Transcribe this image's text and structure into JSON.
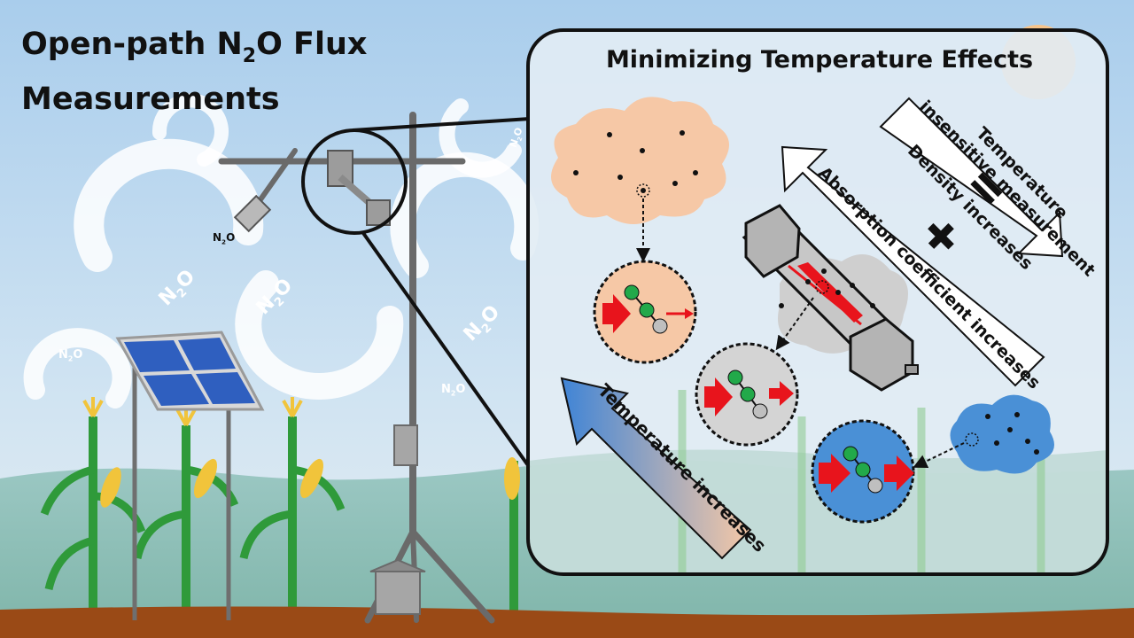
{
  "title": {
    "line1_prefix": "Open-path N",
    "line1_subscript": "2",
    "line1_suffix": "O Flux",
    "line2": "Measurements"
  },
  "panel": {
    "title": "Minimizing Temperature Effects",
    "arrow_temperature": "Temperature increases",
    "arrow_absorption": "Absorption coefficient increases",
    "arrow_density": "Density increases",
    "arrow_result_line1": "Temperature",
    "arrow_result_line2": "insensitive measurement"
  },
  "gas_labels": {
    "main": "N",
    "subscript": "2",
    "suffix": "O"
  },
  "colors": {
    "sky": "#b9d8ef",
    "soil": "#9a4a16",
    "warm_cloud": "#f6c8a6",
    "cool_cloud": "#4a90d6",
    "molecule_green": "#22a94a",
    "arrow_red": "#e8141c",
    "panel_border": "#111111"
  }
}
